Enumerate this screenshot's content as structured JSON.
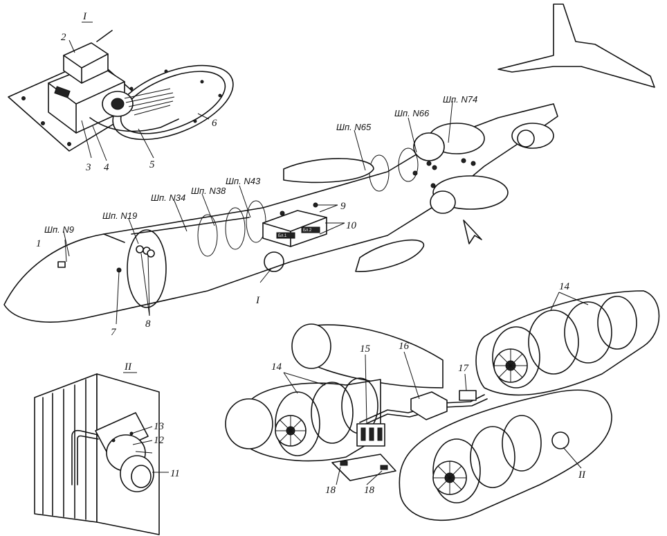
{
  "detail_views": {
    "detail_1": "I",
    "detail_2": "II"
  },
  "stations": {
    "st9": "Шп. N9",
    "st19": "Шп. N19",
    "st34": "Шп. N34",
    "st38": "Шп. N38",
    "st43": "Шп. N43",
    "st65": "Шп. N65",
    "st66": "Шп. N66",
    "st74": "Шп. N74"
  },
  "callouts": {
    "c1": "1",
    "c1b": "I",
    "c2": "2",
    "c3": "3",
    "c4": "4",
    "c5": "5",
    "c6": "6",
    "c7": "7",
    "c8": "8",
    "c9": "9",
    "c10": "10",
    "c11": "11",
    "c12": "12",
    "c13": "13",
    "c14a": "14",
    "c14b": "14",
    "c15": "15",
    "c16": "16",
    "c17": "17",
    "c18a": "18",
    "c18b": "18",
    "cII": "II"
  }
}
